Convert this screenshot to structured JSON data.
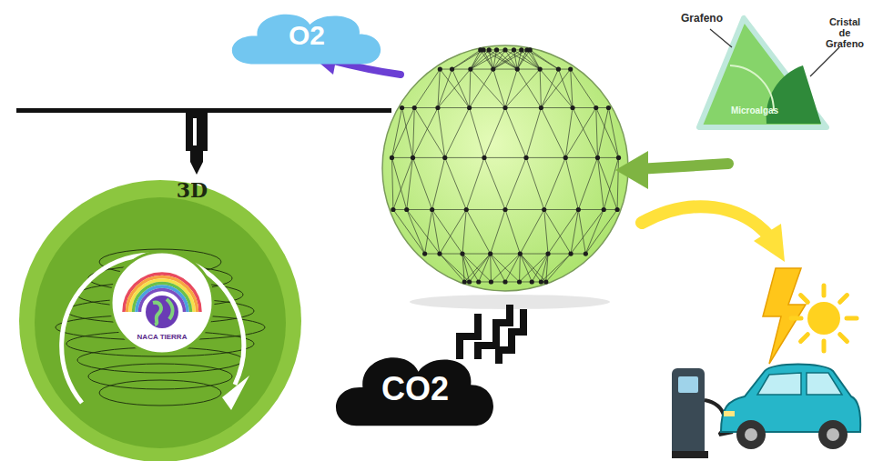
{
  "diagram": {
    "nodes": [
      {
        "text": [
          "O2"
        ]
      },
      {
        "text": [
          "Grafeno",
          "Cristal de Grafeno",
          "Microalgas"
        ]
      },
      {
        "text": [
          "3D",
          "NACA TIERRA"
        ]
      },
      {
        "text": [
          "CO2"
        ]
      }
    ]
  }
}
